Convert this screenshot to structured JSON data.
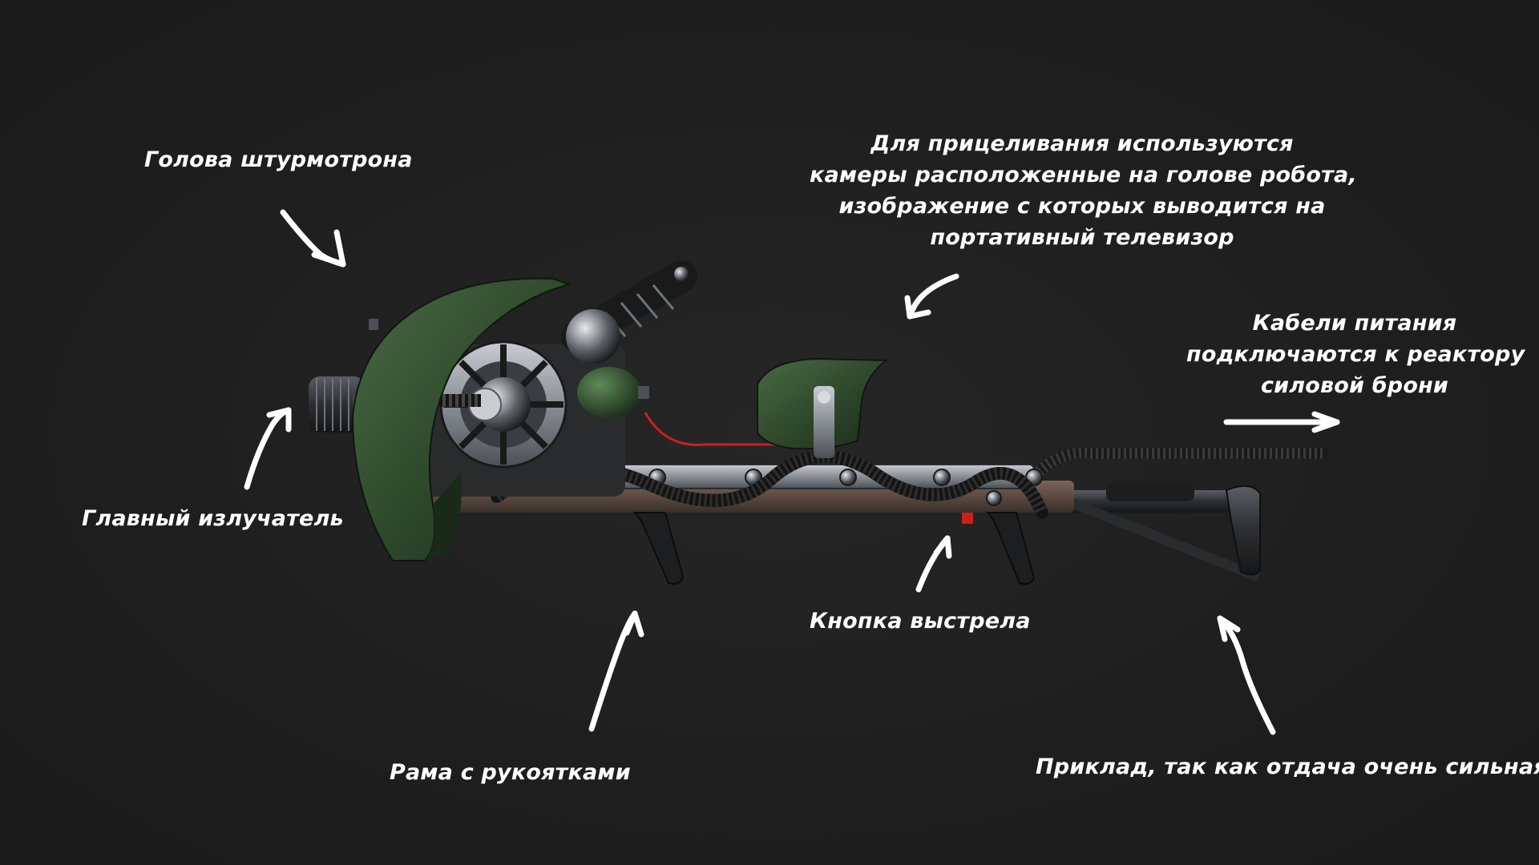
{
  "colors": {
    "background": "#1f1f1f",
    "label_text": "#ffffff",
    "arrow": "#ffffff",
    "armor_green": "#2f4a2c",
    "metal": "#8a8f96",
    "rust_frame": "#5b4a40",
    "cable": "#1a1a1a",
    "red_wire": "#c8201a"
  },
  "labels": {
    "robot_head": "Голова штурмотрона",
    "camera_line1": "Для прицеливания используются",
    "camera_line2": "камеры расположенные на голове робота,",
    "camera_line3": "изображение с которых выводится на",
    "camera_line4": "портативный телевизор",
    "power_line1": "Кабели питания",
    "power_line2": "подключаются к реактору",
    "power_line3": "силовой брони",
    "main_emitter": "Главный излучатель",
    "frame_handles": "Рама с рукоятками",
    "fire_button": "Кнопка выстрела",
    "stock": "Приклад, так как отдача очень сильная"
  },
  "icons": {
    "weapon": "gatling-laser-weapon-illustration",
    "arrow": "hand-drawn-arrow-icon"
  }
}
